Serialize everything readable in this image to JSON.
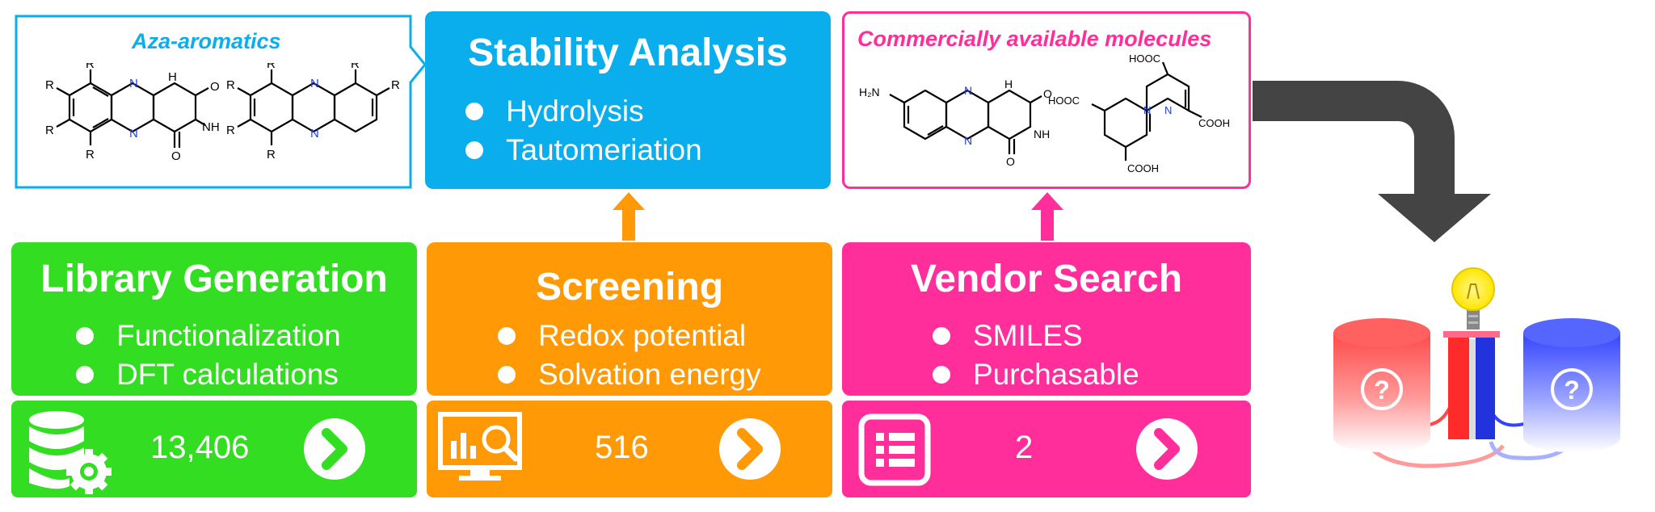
{
  "top": {
    "aza": {
      "caption": "Aza-aromatics",
      "r_label": "R",
      "n_label": "N",
      "h_label": "H",
      "o_label": "O",
      "nh_label": "NH"
    },
    "stability": {
      "title": "Stability Analysis",
      "items": [
        "Hydrolysis",
        "Tautomeriation"
      ]
    },
    "commercial": {
      "caption": "Commercially available molecules",
      "h2n": "H₂N",
      "hooc": "HOOC",
      "cooh": "COOH"
    }
  },
  "library": {
    "title": "Library Generation",
    "items": [
      "Functionalization",
      "DFT calculations"
    ],
    "count": "13,406"
  },
  "screening": {
    "title": "Screening",
    "items": [
      "Redox potential",
      "Solvation energy"
    ],
    "count": "516"
  },
  "vendor": {
    "title": "Vendor Search",
    "items": [
      "SMILES",
      "Purchasable"
    ],
    "count": "2"
  },
  "battery": {
    "left_mark": "?",
    "right_mark": "?"
  },
  "colors": {
    "green": "#33dd22",
    "orange": "#ff9905",
    "magenta": "#ff2e9a",
    "blue": "#0aaeed",
    "dark_arrow": "#444444",
    "nitrogen": "#1f3fdc"
  }
}
